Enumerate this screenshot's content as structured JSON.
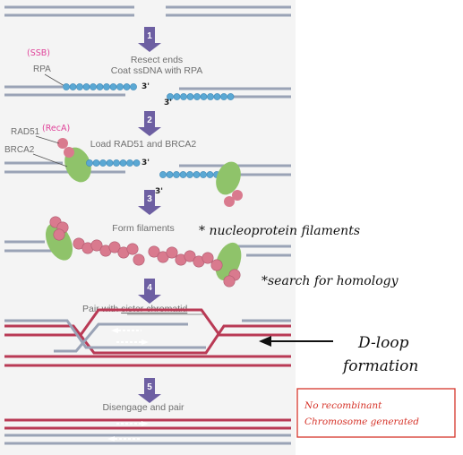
{
  "colors": {
    "strand_gray": "#9aa3b6",
    "strand_red": "#b93a55",
    "ssdna_blue": "#5aa8d4",
    "rad51_pink": "#d97a8e",
    "brca2_green": "#8fc36a",
    "step_arrow": "#6d5fa2",
    "annotation_pink": "#e0449a",
    "note_red": "#d6352b"
  },
  "steps": [
    {
      "number": "1",
      "label_line1": "Resect ends",
      "label_line2": "Coat ssDNA with RPA"
    },
    {
      "number": "2",
      "label": "Load RAD51 and BRCA2"
    },
    {
      "number": "3",
      "label": "Form filaments"
    },
    {
      "number": "4",
      "label_prefix": "Pair with ",
      "label_underlined": "sister chromatid"
    },
    {
      "number": "5",
      "label": "Disengage and pair"
    }
  ],
  "labels": {
    "rpa": "RPA",
    "rpa_note": "(SSB)",
    "rad51": "RAD51",
    "rad51_note": "(RecA)",
    "brca2": "BRCA2",
    "three_prime": "3'"
  },
  "annotations": {
    "nucleoprotein": "* nucleoprotein filaments",
    "homology": "*search for homology",
    "dloop_line1": "D-loop",
    "dloop_line2": "formation",
    "note_line1": "No recombinant",
    "note_line2": "Chromosome generated"
  }
}
